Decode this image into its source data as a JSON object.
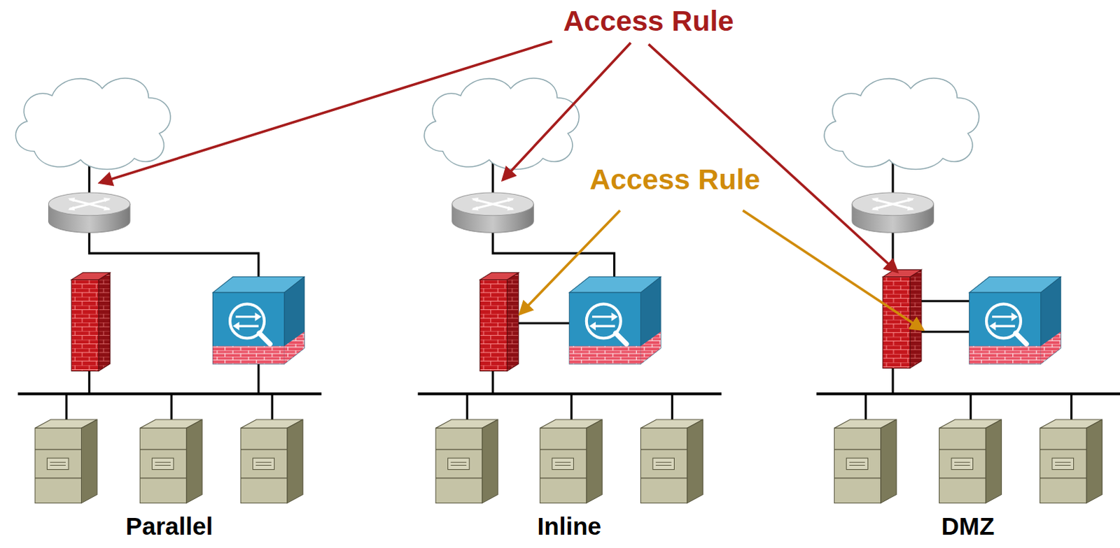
{
  "diagram": {
    "labels": [
      "Access Rule",
      "Access Rule",
      "Parallel",
      "Inline",
      "DMZ"
    ]
  }
}
